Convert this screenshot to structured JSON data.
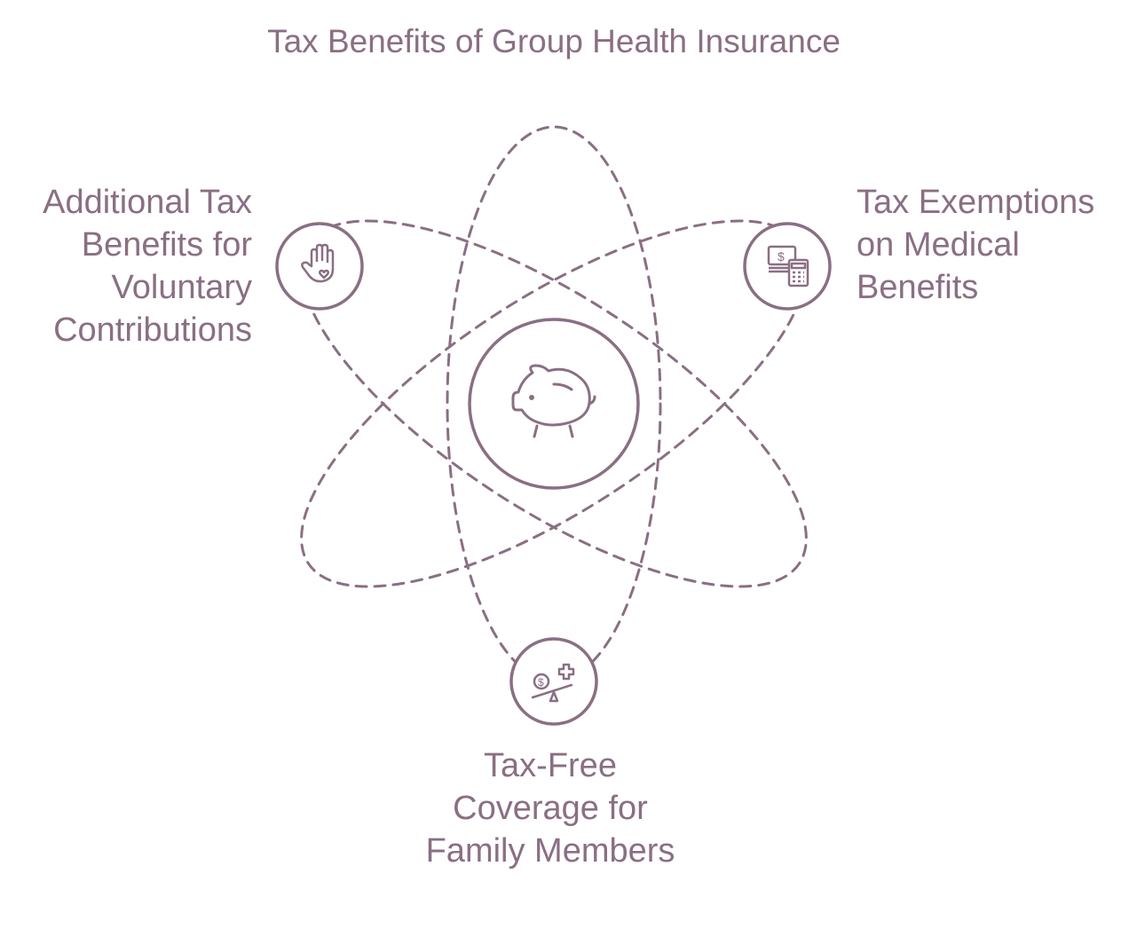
{
  "title": "Tax Benefits of Group Health Insurance",
  "center": {
    "icon": "piggy-bank-icon"
  },
  "nodes": [
    {
      "label": "Additional Tax Benefits for Voluntary Contributions",
      "icon": "hand-heart-icon"
    },
    {
      "label": "Tax Exemptions on Medical Benefits",
      "icon": "money-calculator-icon"
    },
    {
      "label": "Tax-Free Coverage for Family Members",
      "icon": "balance-dollar-health-icon"
    }
  ],
  "colors": {
    "accent": "#8a6f83",
    "background": "#ffffff"
  }
}
